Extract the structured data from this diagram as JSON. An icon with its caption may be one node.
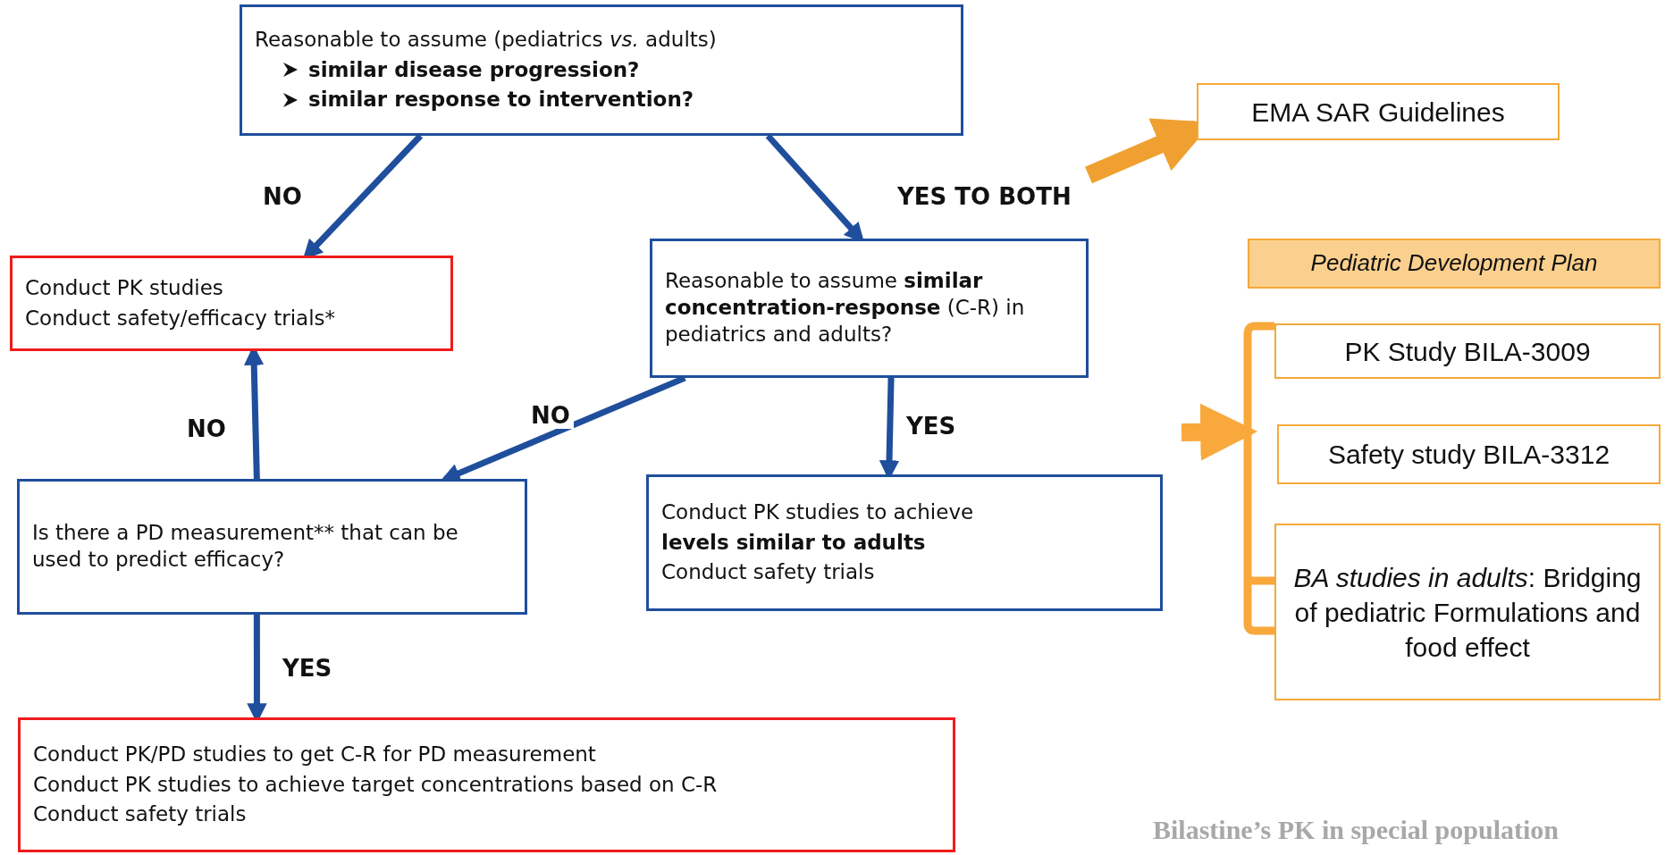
{
  "diagram": {
    "nodes": [
      {
        "text": [
          "Reasonable to assume (pediatrics *vs.* adults)",
          "similar disease progression?",
          "similar response to intervention?"
        ]
      },
      {
        "text": [
          "EMA SAR Guidelines"
        ]
      },
      {
        "text": [
          "Conduct PK studies",
          "Conduct safety/efficacy trials*"
        ]
      },
      {
        "text": [
          "Reasonable to assume **similar concentration-response** (C-R) in pediatrics and adults?"
        ]
      },
      {
        "text": [
          "Pediatric Development Plan"
        ]
      },
      {
        "text": [],
        "shape": "bracket"
      },
      {
        "text": [
          "PK Study BILA-3009"
        ]
      },
      {
        "text": [
          "Safety study BILA-3312"
        ]
      },
      {
        "text": [
          "*BA studies in adults*: Bridging of pediatric Formulations and food effect"
        ]
      },
      {
        "text": [
          "Is there a PD measurement** that can be used to predict efficacy?"
        ]
      },
      {
        "text": [
          "Conduct PK studies to achieve",
          "**levels similar to adults**",
          "Conduct safety trials"
        ]
      },
      {
        "text": [
          "Conduct PK/PD studies to get  C-R for PD measurement",
          "Conduct PK studies to achieve target concentrations based on C-R",
          "Conduct safety trials"
        ]
      }
    ],
    "edges": [
      {
        "from": 0,
        "to": 2,
        "arrow": "to",
        "label": "NO"
      },
      {
        "from": 0,
        "to": 3,
        "arrow": "to",
        "label": "YES TO BOTH"
      },
      {
        "from": 3,
        "to": 9,
        "arrow": "to",
        "label": "NO"
      },
      {
        "from": 3,
        "to": 10,
        "arrow": "to",
        "label": "YES"
      },
      {
        "from": 9,
        "to": 2,
        "arrow": "to",
        "label": "NO"
      },
      {
        "from": 9,
        "to": 11,
        "arrow": "to",
        "label": "YES"
      },
      {
        "from": null,
        "to": 1,
        "arrow": "to",
        "style": "thick",
        "color": "#f0a030"
      },
      {
        "from": null,
        "to": 5,
        "arrow": "to",
        "style": "thick",
        "color": "#f9a83c"
      }
    ],
    "labels": [
      "Bilastine’s PK in special population"
    ]
  }
}
